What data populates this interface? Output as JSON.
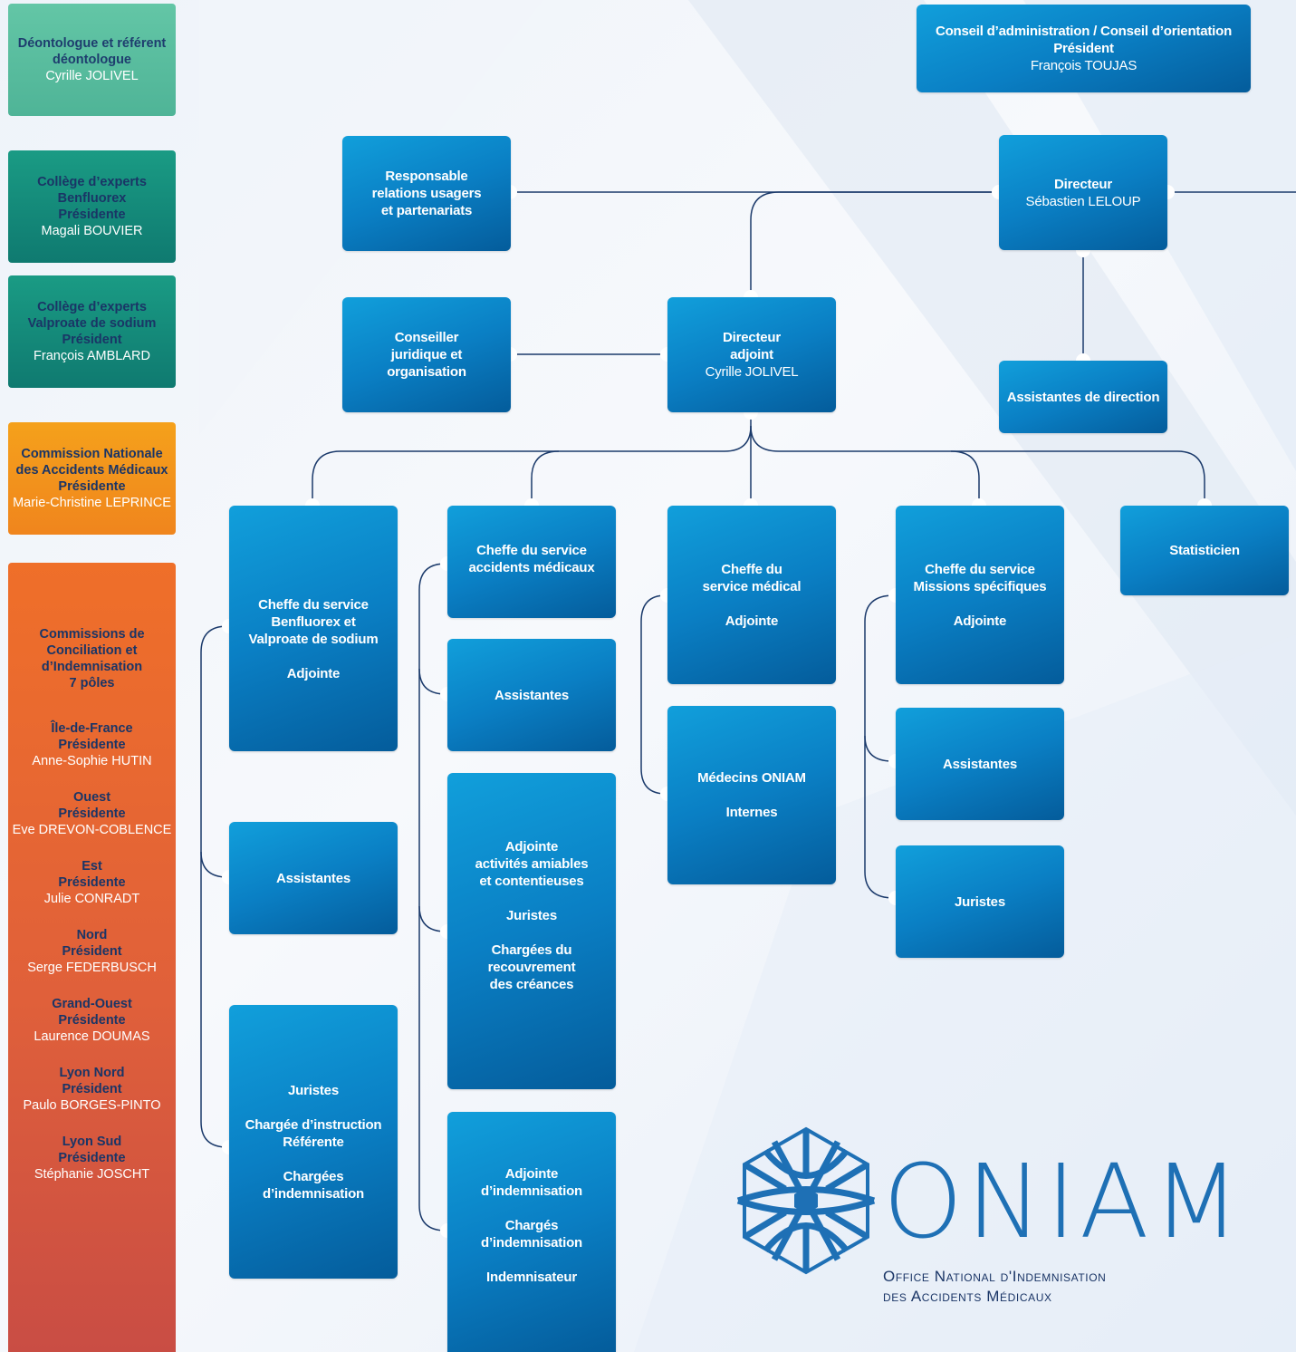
{
  "sidebar": {
    "deontologue": {
      "title": "Déontologue et référent déontologue",
      "name": "Cyrille JOLIVEL"
    },
    "benfluorex": {
      "title1": "Collège d’experts",
      "title2": "Benfluorex",
      "role": "Présidente",
      "name": "Magali BOUVIER"
    },
    "valproate": {
      "title1": "Collège d’experts",
      "title2": "Valproate de sodium",
      "role": "Président",
      "name": "François AMBLARD"
    },
    "cnam": {
      "title1": "Commission Nationale",
      "title2": "des Accidents Médicaux",
      "role": "Présidente",
      "name": "Marie-Christine LEPRINCE"
    },
    "cci": {
      "title": "Commissions de Conciliation et d’Indemnisation",
      "subtitle": "7 pôles",
      "poles": [
        {
          "region": "Île-de-France",
          "role": "Présidente",
          "name": "Anne-Sophie HUTIN"
        },
        {
          "region": "Ouest",
          "role": "Présidente",
          "name": "Eve DREVON-COBLENCE"
        },
        {
          "region": "Est",
          "role": "Présidente",
          "name": "Julie CONRADT"
        },
        {
          "region": "Nord",
          "role": "Président",
          "name": "Serge FEDERBUSCH"
        },
        {
          "region": "Grand-Ouest",
          "role": "Présidente",
          "name": "Laurence DOUMAS"
        },
        {
          "region": "Lyon Nord",
          "role": "Président",
          "name": "Paulo BORGES-PINTO"
        },
        {
          "region": "Lyon Sud",
          "role": "Présidente",
          "name": "Stéphanie JOSCHT"
        }
      ]
    }
  },
  "conseil": {
    "title": "Conseil d’administration / Conseil d’orientation",
    "role": "Président",
    "name": "François TOUJAS"
  },
  "directeur": {
    "title": "Directeur",
    "name": "Sébastien LELOUP"
  },
  "responsable": {
    "line1": "Responsable",
    "line2": "relations usagers",
    "line3": "et partenariats"
  },
  "conseiller": {
    "line1": "Conseiller",
    "line2": "juridique et",
    "line3": "organisation"
  },
  "directeur_adjoint": {
    "line1": "Directeur",
    "line2": "adjoint",
    "name": "Cyrille JOLIVEL"
  },
  "assistantes_direction": "Assistantes de direction",
  "service_benfluorex": {
    "line1": "Cheffe du service",
    "line2": "Benfluorex et",
    "line3": "Valproate de sodium",
    "adjointe": "Adjointe"
  },
  "benfluorex_assistantes": "Assistantes",
  "benfluorex_team": {
    "juristes": "Juristes",
    "line1": "Chargée d’instruction",
    "line2": "Référente",
    "line3": "Chargées",
    "line4": "d’indemnisation"
  },
  "service_accidents": {
    "line1": "Cheffe du service",
    "line2": "accidents médicaux"
  },
  "accidents_assistantes": "Assistantes",
  "accidents_amiables": {
    "line1": "Adjointe",
    "line2": "activités amiables",
    "line3": "et contentieuses",
    "juristes": "Juristes",
    "line4": "Chargées du",
    "line5": "recouvrement",
    "line6": "des créances"
  },
  "accidents_indemnisation": {
    "line1": "Adjointe",
    "line2": "d’indemnisation",
    "line3": "Chargés",
    "line4": "d’indemnisation",
    "line5": "Indemnisateur"
  },
  "service_medical": {
    "line1": "Cheffe du",
    "line2": "service médical",
    "adjointe": "Adjointe"
  },
  "medecins": {
    "line1": "Médecins ONIAM",
    "line2": "Internes"
  },
  "service_missions": {
    "line1": "Cheffe du service",
    "line2": "Missions spécifiques",
    "adjointe": "Adjointe"
  },
  "missions_assistantes": "Assistantes",
  "missions_juristes": "Juristes",
  "statisticien": "Statisticien",
  "logo": {
    "name": "ONIAM",
    "line1": "Office National d'Indemnisation",
    "line2": "des Accidents Médicaux"
  }
}
